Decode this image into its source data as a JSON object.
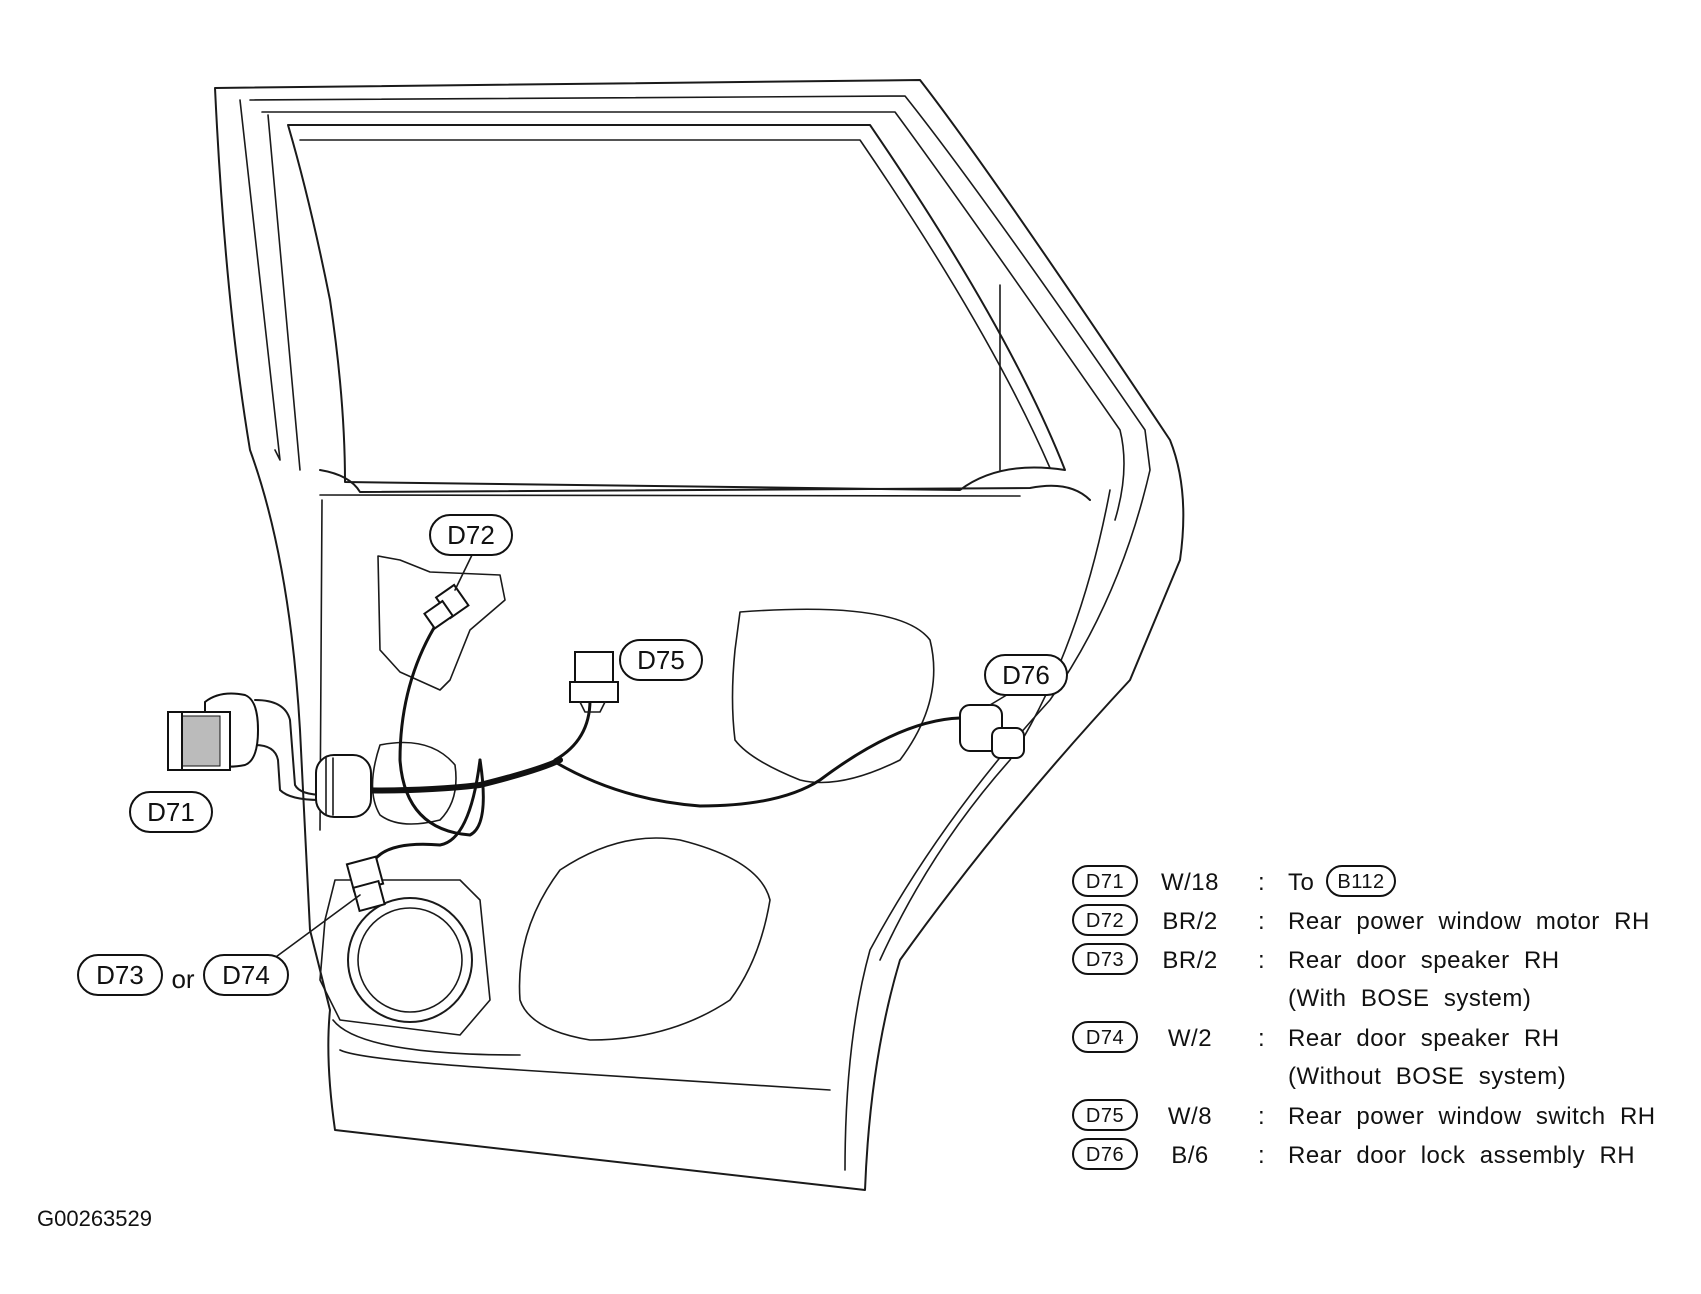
{
  "callouts": {
    "d71": "D71",
    "d72": "D72",
    "d73": "D73",
    "or_word": "or",
    "d74": "D74",
    "d75": "D75",
    "d76": "D76"
  },
  "legend": [
    {
      "connector": "D71",
      "wire": "W/18",
      "sep": ":",
      "desc_prefix": "To",
      "desc_ref": "B112",
      "desc": ""
    },
    {
      "connector": "D72",
      "wire": "BR/2",
      "sep": ":",
      "desc": "Rear  power  window  motor  RH"
    },
    {
      "connector": "D73",
      "wire": "BR/2",
      "sep": ":",
      "desc": "Rear  door  speaker  RH",
      "note": "(With  BOSE  system)"
    },
    {
      "connector": "D74",
      "wire": "W/2",
      "sep": ":",
      "desc": "Rear  door  speaker  RH",
      "note": "(Without  BOSE  system)"
    },
    {
      "connector": "D75",
      "wire": "W/8",
      "sep": ":",
      "desc": "Rear  power  window  switch  RH"
    },
    {
      "connector": "D76",
      "wire": "B/6",
      "sep": ":",
      "desc": "Rear  door  lock  assembly  RH"
    }
  ],
  "figure_id": "G00263529"
}
